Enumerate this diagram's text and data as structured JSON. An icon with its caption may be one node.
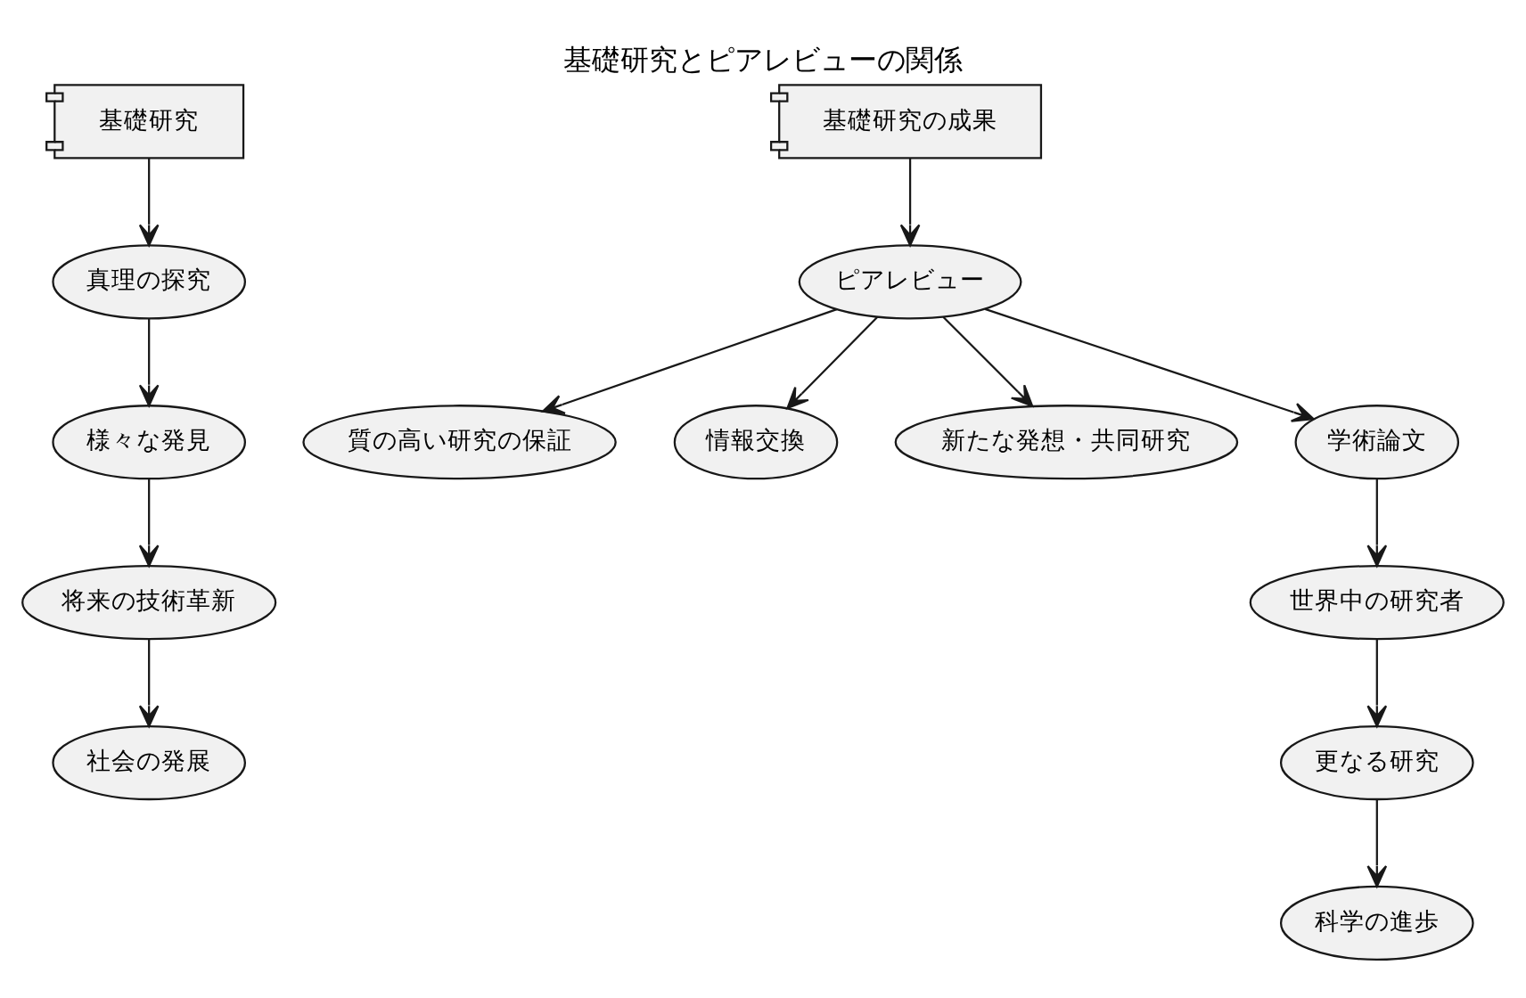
{
  "diagram": {
    "title": "基礎研究とピアレビューの関係",
    "nodes": [
      {
        "text": [
          "基礎研究"
        ]
      },
      {
        "text": [
          "真理の探究"
        ]
      },
      {
        "text": [
          "様々な発見"
        ]
      },
      {
        "text": [
          "将来の技術革新"
        ]
      },
      {
        "text": [
          "社会の発展"
        ]
      },
      {
        "text": [
          "基礎研究の成果"
        ]
      },
      {
        "text": [
          "ピアレビュー"
        ]
      },
      {
        "text": [
          "質の高い研究の保証"
        ]
      },
      {
        "text": [
          "情報交換"
        ]
      },
      {
        "text": [
          "新たな発想・共同研究"
        ]
      },
      {
        "text": [
          "学術論文"
        ]
      },
      {
        "text": [
          "世界中の研究者"
        ]
      },
      {
        "text": [
          "更なる研究"
        ]
      },
      {
        "text": [
          "科学の進歩"
        ]
      }
    ],
    "edges": [
      {
        "from": 0,
        "to": 1,
        "arrow": "to"
      },
      {
        "from": 1,
        "to": 2,
        "arrow": "to"
      },
      {
        "from": 2,
        "to": 3,
        "arrow": "to"
      },
      {
        "from": 3,
        "to": 4,
        "arrow": "to"
      },
      {
        "from": 5,
        "to": 6,
        "arrow": "to"
      },
      {
        "from": 6,
        "to": 7,
        "arrow": "to"
      },
      {
        "from": 6,
        "to": 8,
        "arrow": "to"
      },
      {
        "from": 6,
        "to": 9,
        "arrow": "to"
      },
      {
        "from": 6,
        "to": 10,
        "arrow": "to"
      },
      {
        "from": 10,
        "to": 11,
        "arrow": "to"
      },
      {
        "from": 11,
        "to": 12,
        "arrow": "to"
      },
      {
        "from": 12,
        "to": 13,
        "arrow": "to"
      }
    ]
  }
}
